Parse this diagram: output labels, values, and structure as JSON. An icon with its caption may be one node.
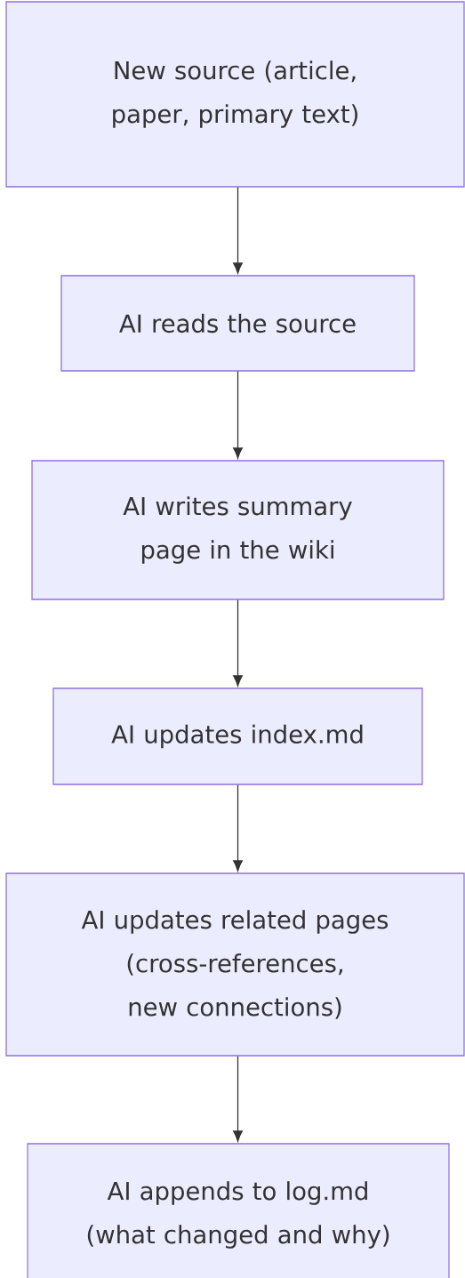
{
  "diagram": {
    "nodes": [
      {
        "text": [
          "New source (article, paper, primary text)"
        ]
      },
      {
        "text": [
          "AI reads the source"
        ]
      },
      {
        "text": [
          "AI writes summary page in the wiki"
        ]
      },
      {
        "text": [
          "AI updates index.md"
        ]
      },
      {
        "text": [
          "AI updates related pages (cross-references, new connections)"
        ]
      },
      {
        "text": [
          "AI appends to log.md (what changed and why)"
        ]
      }
    ],
    "edges": [
      {
        "from": 0,
        "to": 1,
        "arrow": "to"
      },
      {
        "from": 1,
        "to": 2,
        "arrow": "to"
      },
      {
        "from": 2,
        "to": 3,
        "arrow": "to"
      },
      {
        "from": 3,
        "to": 4,
        "arrow": "to"
      },
      {
        "from": 4,
        "to": 5,
        "arrow": "to"
      }
    ]
  }
}
